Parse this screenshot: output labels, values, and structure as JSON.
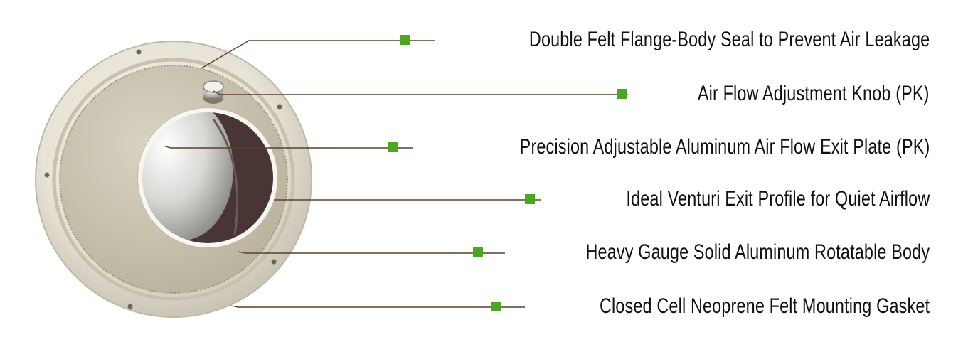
{
  "colors": {
    "bullet": "#4ca61f",
    "leader": "#5a3e2b",
    "text": "#111111"
  },
  "callouts": [
    {
      "label": "Double Felt Flange-Body Seal to Prevent Air Leakage"
    },
    {
      "label": "Air Flow Adjustment Knob (PK)"
    },
    {
      "label": "Precision Adjustable Aluminum Air Flow Exit Plate (PK)"
    },
    {
      "label": "Ideal Venturi Exit Profile for Quiet Airflow"
    },
    {
      "label": "Heavy Gauge Solid Aluminum Rotatable Body"
    },
    {
      "label": "Closed Cell Neoprene Felt Mounting Gasket"
    }
  ]
}
